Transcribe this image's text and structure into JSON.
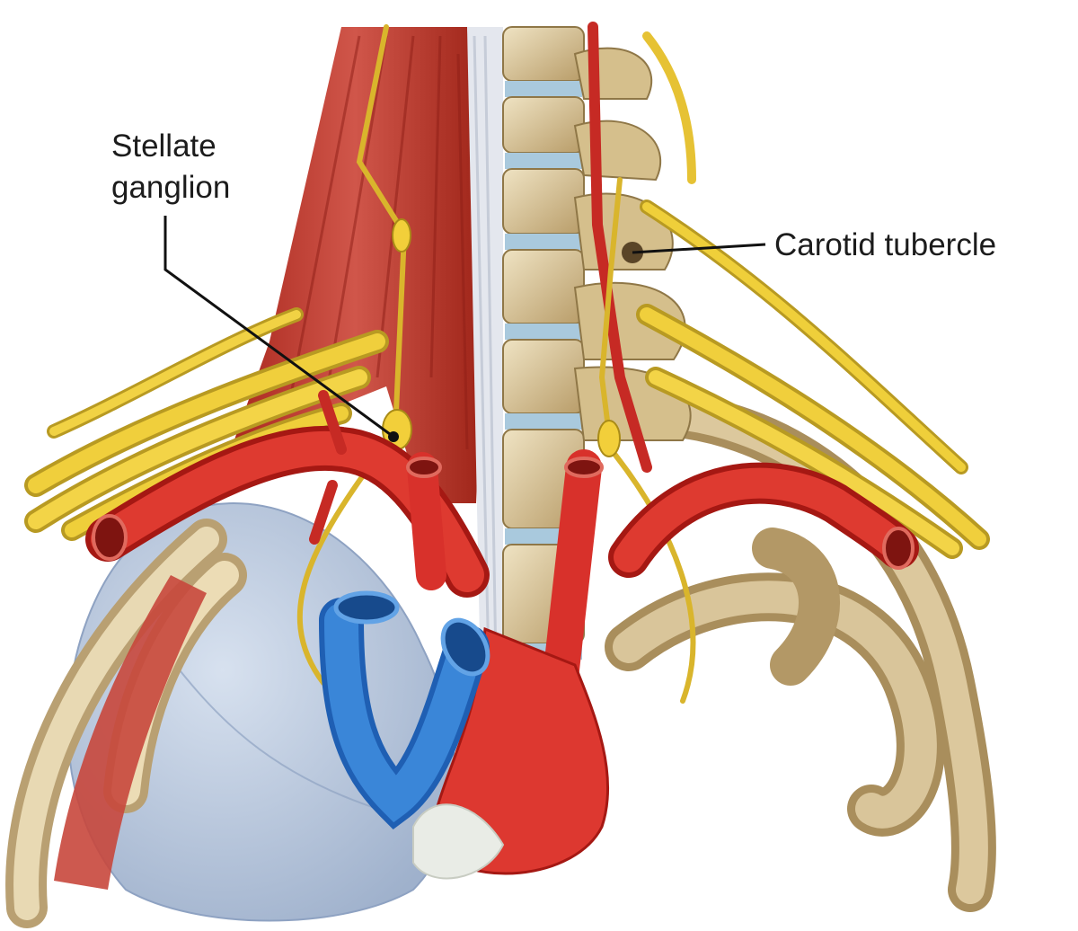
{
  "labels": {
    "stellate_line1": "Stellate",
    "stellate_line2": "ganglion",
    "carotid": "Carotid tubercle"
  },
  "structures": [
    {
      "name": "stellate-ganglion",
      "label_ref": "stellate"
    },
    {
      "name": "carotid-tubercle",
      "label_ref": "carotid"
    }
  ],
  "colors": {
    "background": "#ffffff",
    "label_text": "#1c1c1c",
    "leader_line": "#111111",
    "muscle": "#c0392b",
    "artery": "#d8312b",
    "vein": "#2f7fd6",
    "nerve": "#e8c437",
    "bone": "#d9c59a",
    "lung": "#b9c8de"
  }
}
